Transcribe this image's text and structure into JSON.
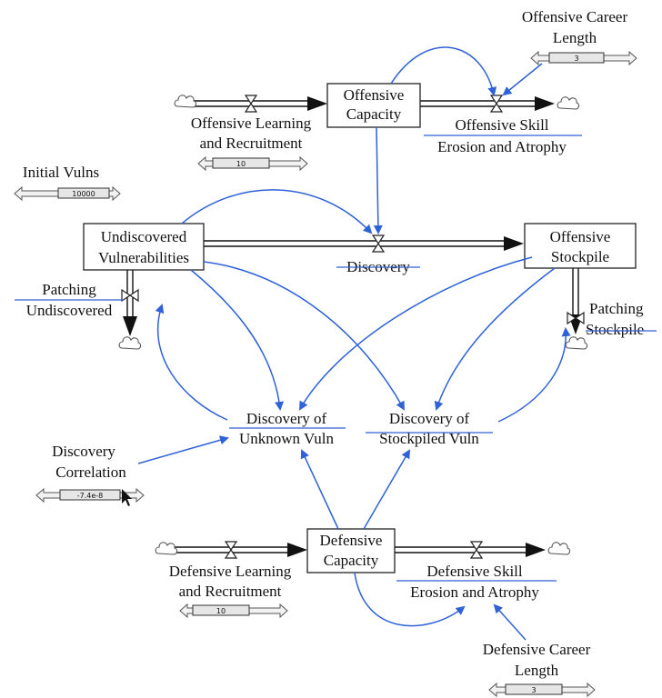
{
  "stocks": {
    "offensive_capacity": [
      "Offensive",
      "Capacity"
    ],
    "undiscovered_vulnerabilities": [
      "Undiscovered",
      "Vulnerabilities"
    ],
    "offensive_stockpile": [
      "Offensive",
      "Stockpile"
    ],
    "defensive_capacity": [
      "Defensive",
      "Capacity"
    ]
  },
  "flows": {
    "offensive_learning": [
      "Offensive Learning",
      "and Recruitment"
    ],
    "offensive_erosion": [
      "Offensive Skill",
      "Erosion and Atrophy"
    ],
    "discovery": [
      "Discovery"
    ],
    "patching_undiscovered": [
      "Patching",
      "Undiscovered"
    ],
    "patching_stockpile": [
      "Patching",
      "Stockpile"
    ],
    "defensive_learning": [
      "Defensive Learning",
      "and Recruitment"
    ],
    "defensive_erosion": [
      "Defensive Skill",
      "Erosion and Atrophy"
    ]
  },
  "variables": {
    "discovery_unknown": [
      "Discovery of",
      "Unknown Vuln"
    ],
    "discovery_stockpiled": [
      "Discovery of",
      "Stockpiled Vuln"
    ]
  },
  "parameters": {
    "offensive_career_length": {
      "label": [
        "Offensive Career",
        "Length"
      ],
      "value": "3"
    },
    "offensive_learning_rate": {
      "value": "10"
    },
    "initial_vulns": {
      "label": [
        "Initial Vulns"
      ],
      "value": "10000"
    },
    "discovery_correlation": {
      "label": [
        "Discovery",
        "Correlation"
      ],
      "value": "-7.4e-8"
    },
    "defensive_learning_rate": {
      "value": "10"
    },
    "defensive_career_length": {
      "label": [
        "Defensive Career",
        "Length"
      ],
      "value": "3"
    }
  },
  "colors": {
    "link": "#2f62d8",
    "pipe": "#111111"
  }
}
